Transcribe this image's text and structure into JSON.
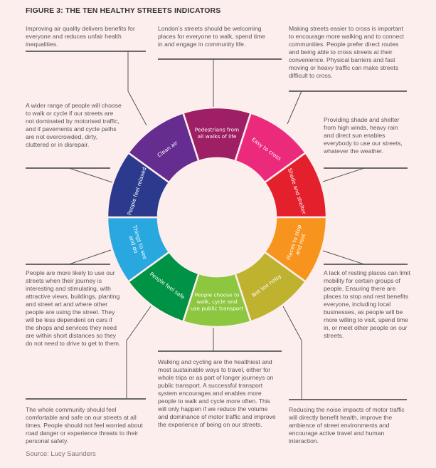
{
  "title": "FIGURE 3: THE TEN HEALTHY STREETS INDICATORS",
  "source": "Source: Lucy Saunders",
  "segments": [
    {
      "id": "pedestrians",
      "lines": [
        "Pedestrians from",
        "all walks of life"
      ],
      "color": "#9e1f63"
    },
    {
      "id": "easy-to-cross",
      "lines": [
        "Easy to cross"
      ],
      "color": "#ec2a7c"
    },
    {
      "id": "shade-and-shelter",
      "lines": [
        "Shade and shelter"
      ],
      "color": "#e4202c"
    },
    {
      "id": "places-to-stop",
      "lines": [
        "Places to stop",
        "and rest"
      ],
      "color": "#f7941d"
    },
    {
      "id": "not-too-noisy",
      "lines": [
        "Not too noisy"
      ],
      "color": "#bfb22f"
    },
    {
      "id": "people-choose",
      "lines": [
        "People choose to",
        "walk, cycle and",
        "use public transport"
      ],
      "color": "#8dc63f"
    },
    {
      "id": "people-feel-safe",
      "lines": [
        "People feel safe"
      ],
      "color": "#009245"
    },
    {
      "id": "things-to-see",
      "lines": [
        "Things to see",
        "and do"
      ],
      "color": "#29a8e0"
    },
    {
      "id": "people-feel-relaxed",
      "lines": [
        "People feel relaxed"
      ],
      "color": "#2b3a8c"
    },
    {
      "id": "clean-air",
      "lines": [
        "Clean air"
      ],
      "color": "#662d91"
    }
  ],
  "descriptions": {
    "clean_air": "Improving air quality delivers benefits for everyone and reduces unfair health inequalities.",
    "pedestrians": "London’s streets should be welcoming places for everyone to walk, spend time in and engage in community life.",
    "easy_to_cross": "Making streets easier to cross is important to encourage more walking and to connect communities. People prefer direct routes and being able to cross streets at their convenience. Physical barriers and fast moving or heavy traffic can make streets difficult to cross.",
    "relaxed": "A wider range of people will choose to walk or cycle if our streets are not dominated by motorised traffic, and if pavements and cycle paths are not overcrowded, dirty, cluttered or in disrepair.",
    "shade": "Providing shade and shelter from high winds, heavy rain and direct sun enables everybody to use our streets, whatever the weather.",
    "things_to_see": "People are more likely to use our streets when their journey is interesting and stimulating, with attractive views, buildings, planting and street art and where other people are using the street. They will be less dependent on cars if the shops and services they need are within short distances so they do not need to drive to get to them.",
    "places_to_stop": "A lack of resting places can limit mobility for certain groups of people. Ensuring there are places to stop and rest benefits everyone, including local businesses, as people will be more willing to visit, spend time in, or meet other people on our streets.",
    "safe": "The whole community should feel comfortable and safe on our streets at all times. People should not feel worried about road danger or experience threats to their personal safety.",
    "choose": "Walking and cycling are the healthiest and most sustainable ways to travel, either for whole trips or as part of longer journeys on public transport. A successful transport system encourages and enables more people to walk and cycle more often. This will only happen if we reduce the volume and dominance of motor traffic and improve the experience of being on our streets.",
    "noisy": "Reducing the noise impacts of motor traffic will directly benefit health, improve the ambience of street environments and encourage active travel and human interaction."
  }
}
